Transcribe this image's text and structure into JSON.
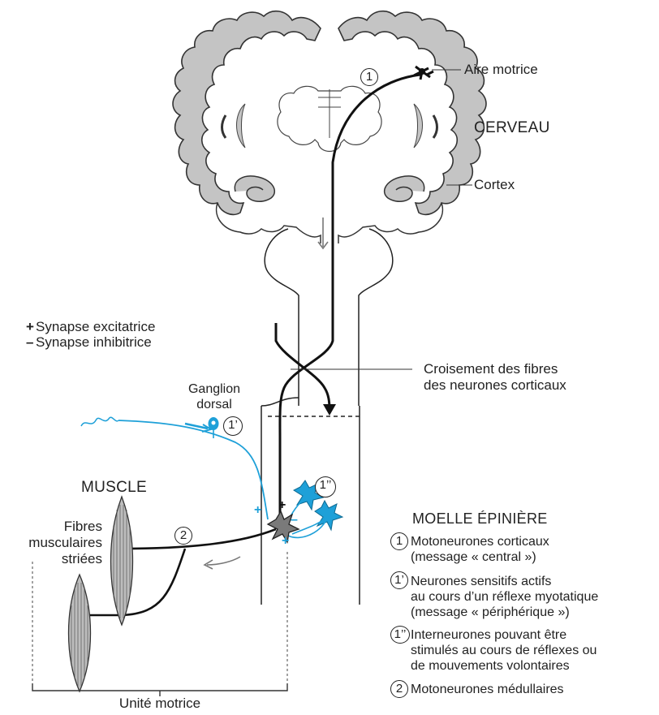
{
  "brain": {
    "label": "CERVEAU",
    "motor_area": "Aire motrice",
    "cortex": "Cortex"
  },
  "synapse_key": {
    "excitatory_symbol": "+",
    "excitatory": "Synapse excitatrice",
    "inhibitory_symbol": "–",
    "inhibitory": "Synapse inhibitrice"
  },
  "crossing": {
    "line1": "Croisement des fibres",
    "line2": "des neurones corticaux"
  },
  "ganglion": {
    "line1": "Ganglion",
    "line2": "dorsal"
  },
  "muscle": {
    "label": "MUSCLE",
    "fibres_line1": "Fibres",
    "fibres_line2": "musculaires",
    "fibres_line3": "striées"
  },
  "motor_unit": "Unité motrice",
  "spinal_cord": {
    "title": "MOELLE ÉPINIÈRE",
    "legend": [
      {
        "num": "1",
        "lines": [
          "Motoneurones corticaux",
          "(message « central »)"
        ]
      },
      {
        "num": "1’",
        "lines": [
          "Neurones sensitifs actifs",
          "au cours d’un réflexe myotatique",
          "(message « périphérique »)"
        ]
      },
      {
        "num": "1’’",
        "lines": [
          "Interneurones pouvant être",
          "stimulés au cours de réflexes ou",
          "de mouvements  volontaires"
        ]
      },
      {
        "num": "2",
        "lines": [
          "Motoneurones médullaires"
        ]
      }
    ]
  },
  "diagram_markers": {
    "m1": "1",
    "m1p": "1’",
    "m1pp": "1’’",
    "m2": "2"
  },
  "synapse_marks": {
    "plus": "+",
    "minus": "–"
  },
  "colors": {
    "neuron_blue": "#1ea0d8",
    "brain_gray": "#c4c4c4",
    "ink": "#222222"
  }
}
